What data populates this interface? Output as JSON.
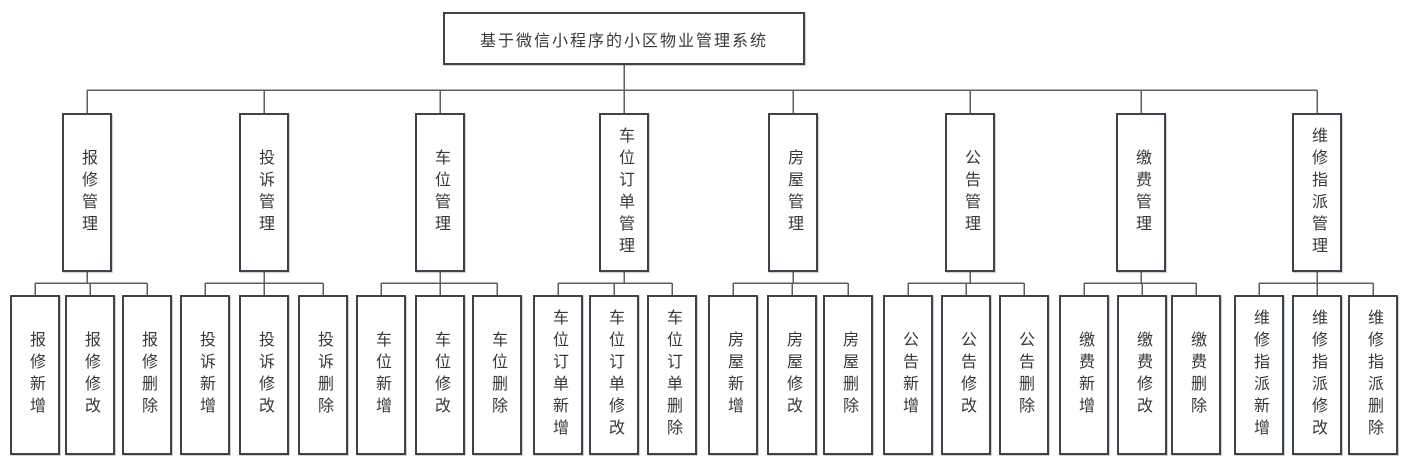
{
  "diagram": {
    "root_label": "基于微信小程序的小区物业管理系统",
    "branches": [
      {
        "label": "报修管理",
        "children": [
          "报修新增",
          "报修修改",
          "报修删除"
        ]
      },
      {
        "label": "投诉管理",
        "children": [
          "投诉新增",
          "投诉修改",
          "投诉删除"
        ]
      },
      {
        "label": "车位管理",
        "children": [
          "车位新增",
          "车位修改",
          "车位删除"
        ]
      },
      {
        "label": "车位订单管理",
        "children": [
          "车位订单新增",
          "车位订单修改",
          "车位订单删除"
        ]
      },
      {
        "label": "房屋管理",
        "children": [
          "房屋新增",
          "房屋修改",
          "房屋删除"
        ]
      },
      {
        "label": "公告管理",
        "children": [
          "公告新增",
          "公告修改",
          "公告删除"
        ]
      },
      {
        "label": "缴费管理",
        "children": [
          "缴费新增",
          "缴费修改",
          "缴费删除"
        ]
      },
      {
        "label": "维修指派管理",
        "children": [
          "维修指派新增",
          "维修指派修改",
          "维修指派删除"
        ]
      }
    ],
    "colors": {
      "box_border": "#3d434b",
      "connector_line": "#5a5f66",
      "text": "#383838",
      "box_fill": "#ffffff",
      "background": "#ffffff"
    }
  }
}
